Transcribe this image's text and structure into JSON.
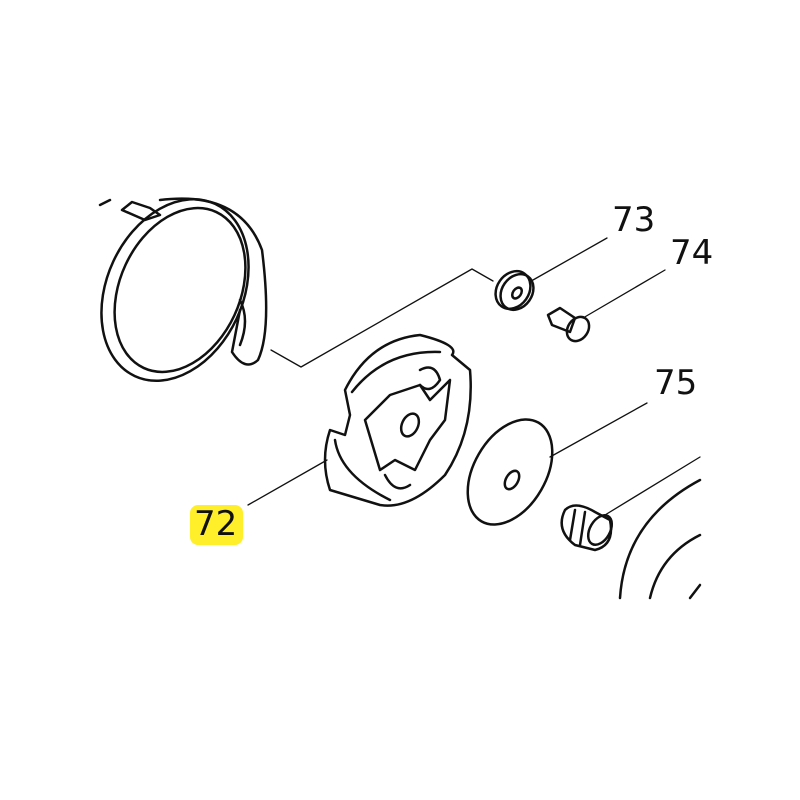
{
  "diagram": {
    "parts": [
      {
        "id": "72",
        "label": "72",
        "highlighted": true,
        "part": "clutch"
      },
      {
        "id": "73",
        "label": "73",
        "highlighted": false,
        "part": "washer"
      },
      {
        "id": "74",
        "label": "74",
        "highlighted": false,
        "part": "screw"
      },
      {
        "id": "75",
        "label": "75",
        "highlighted": false,
        "part": "thrust-washer"
      }
    ],
    "highlight_color": "#ffef2a"
  }
}
